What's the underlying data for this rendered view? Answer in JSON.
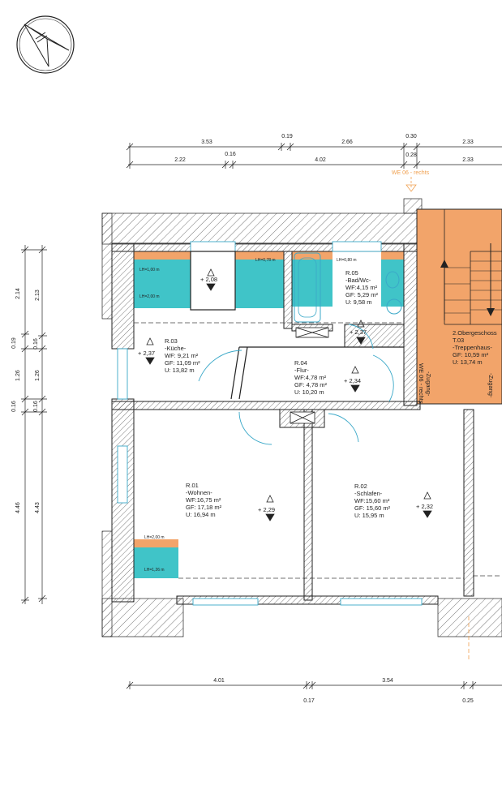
{
  "dimensions": {
    "top_row1": [
      "3.53",
      "0.19",
      "2.66",
      "0.30",
      "2.33"
    ],
    "top_row2": [
      "2.22",
      "0.16",
      "4.02",
      "0.28",
      "2.33"
    ],
    "left_col1": [
      "2.14",
      "0.19",
      "1.26",
      "0.16",
      "4.46"
    ],
    "left_col2": [
      "2.13",
      "0.16",
      "1.26",
      "0.16",
      "4.43"
    ],
    "bottom_row1": [
      "4.01",
      "3.54"
    ],
    "bottom_row2": [
      "0.17",
      "0.25"
    ]
  },
  "unit_label": "WE 06 - rechts",
  "headroom_labels": {
    "kitchen_top": "LH=1,00 m",
    "kitchen_bottom": "LH=2,00 m",
    "kitchen_window": "LH=0,78 m",
    "bath": "LH=0,80 m",
    "living_top": "LH=2,00 m",
    "living_bottom": "LH=1,26 m"
  },
  "levels": {
    "kitchen_upper": "+ 2,08",
    "kitchen": "+ 2,37",
    "bath": "+ 2,37",
    "hall": "+ 2,34",
    "living": "+ 2,29",
    "bedroom": "+ 2,32"
  },
  "rooms": {
    "kitchen": {
      "id": "R.03",
      "name": "-Küche-",
      "wf": "WF: 9,21 m²",
      "gf": "GF: 11,09 m²",
      "u": "U:   13,82 m"
    },
    "bath": {
      "id": "R.05",
      "name": "-Bad/Wc-",
      "wf": "WF:4,15 m²",
      "gf": "GF: 5,29 m²",
      "u": "U:   9,58 m"
    },
    "hall": {
      "id": "R.04",
      "name": "-Flur-",
      "wf": "WF:4,78 m²",
      "gf": "GF: 4,78 m²",
      "u": "U:   10,20 m"
    },
    "living": {
      "id": "R.01",
      "name": "-Wohnen-",
      "wf": "WF:16,75 m²",
      "gf": "GF: 17,18 m²",
      "u": "U:   16,94 m"
    },
    "bedroom": {
      "id": "R.02",
      "name": "-Schlafen-",
      "wf": "WF:15,60 m²",
      "gf": "GF: 15,60 m²",
      "u": "U:   15,95 m"
    }
  },
  "stair": {
    "floor": "2.Obergeschoss",
    "id": "T.03",
    "name": "-Treppenhaus-",
    "gf": "GF: 10,59 m²",
    "u": "U:   13,74 m",
    "access1": "-Zugang-",
    "access1_unit": "WE 06 - rechts",
    "access2": "-Zugang-"
  },
  "colors": {
    "teal": "#40c4c8",
    "orange": "#f2a46a",
    "wall": "#444444",
    "door": "#3aa8c8"
  }
}
